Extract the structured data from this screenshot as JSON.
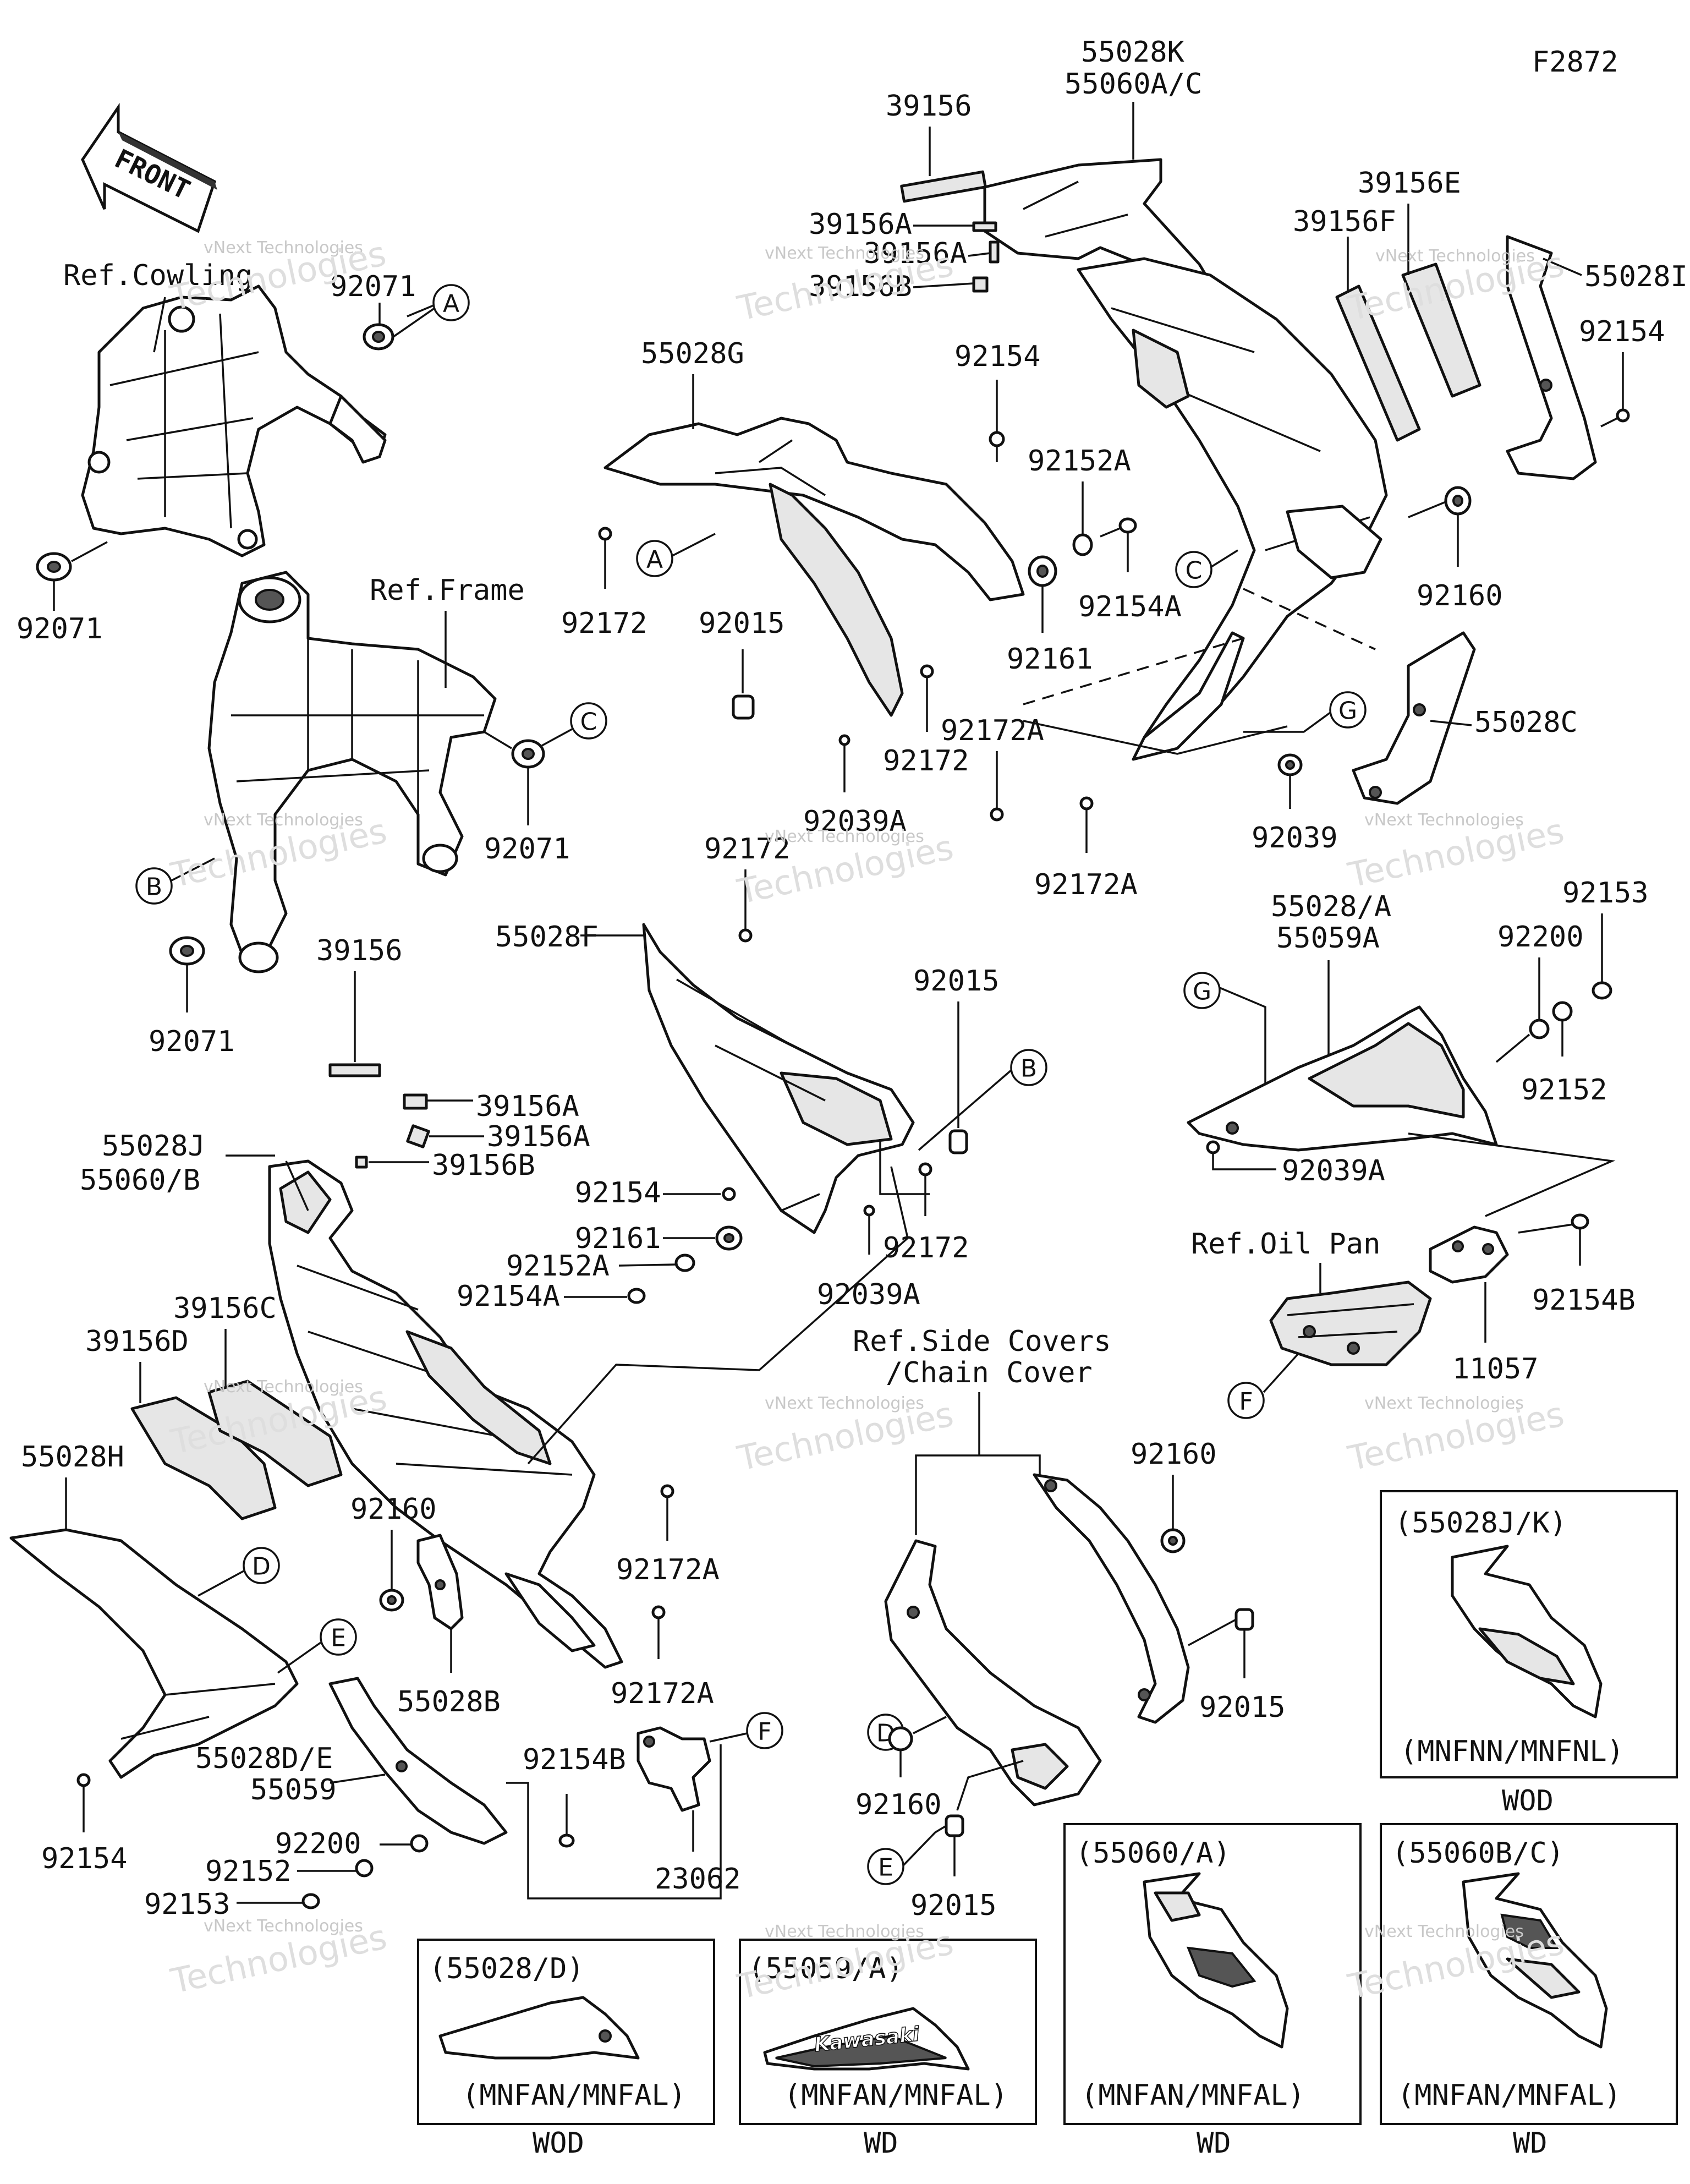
{
  "figure_code": "F2872",
  "front_label": "FRONT",
  "refs": {
    "cowling": "Ref.Cowling",
    "frame": "Ref.Frame",
    "oil_pan": "Ref.Oil Pan",
    "side_covers_1": "Ref.Side Covers",
    "side_covers_2": "/Chain Cover"
  },
  "callouts": [
    "A",
    "B",
    "C",
    "D",
    "E",
    "F",
    "G"
  ],
  "parts": {
    "p55028K": "55028K",
    "p55060AC": "55060A/C",
    "p39156_top": "39156",
    "p39156A_1": "39156A",
    "p39156A_2": "39156A",
    "p39156B_top": "39156B",
    "p39156E": "39156E",
    "p39156F": "39156F",
    "p55028I": "55028I",
    "p92154_tr": "92154",
    "p92071_a": "92071",
    "p92071_b": "92071",
    "p92071_c": "92071",
    "p92071_d": "92071",
    "p55028G": "55028G",
    "p92154_mid": "92154",
    "p92152A_top": "92152A",
    "p92154A_top": "92154A",
    "p92172_l": "92172",
    "p92015_top": "92015",
    "p92161_top": "92161",
    "p92172_m": "92172",
    "p92172A_a": "92172A",
    "p92172A_b": "92172A",
    "p92039A_a": "92039A",
    "p92160_r": "92160",
    "p55028C": "55028C",
    "p92039": "92039",
    "p92172_c": "92172",
    "p55028F": "55028F",
    "p39156_mid": "39156",
    "p39156A_3": "39156A",
    "p39156A_4": "39156A",
    "p39156B_mid": "39156B",
    "p92015_mid": "92015",
    "p55028J": "55028J",
    "p55060B": "55060/B",
    "p92154_c": "92154",
    "p92161_c": "92161",
    "p92152A_c": "92152A",
    "p92154A_c": "92154A",
    "p92172_cr": "92172",
    "p92039A_c": "92039A",
    "p55028A": "55028/A",
    "p55059A": "55059A",
    "p92200_r": "92200",
    "p92153_r": "92153",
    "p92152_r": "92152",
    "p92039A_r": "92039A",
    "p92154B_r": "92154B",
    "p11057": "11057",
    "p39156C": "39156C",
    "p39156D": "39156D",
    "p55028H": "55028H",
    "p92160_l": "92160",
    "p92172A_c": "92172A",
    "p92172A_d": "92172A",
    "p55028B": "55028B",
    "p55028DE": "55028D/E",
    "p55059": "55059",
    "p92154B_c": "92154B",
    "p92200_l": "92200",
    "p92152_l": "92152",
    "p92153_l": "92153",
    "p23062": "23062",
    "p92154_bl": "92154",
    "p92160_sc": "92160",
    "p92015_sc": "92015",
    "p92160_sc2": "92160",
    "p92015_sc2": "92015"
  },
  "insets": [
    {
      "title": "(55028J/K)",
      "models": "(MNFNN/MNFNL)",
      "caption": "WOD"
    },
    {
      "title": "(55060/A)",
      "models": "(MNFAN/MNFAL)",
      "caption": "WD"
    },
    {
      "title": "(55060B/C)",
      "models": "(MNFAN/MNFAL)",
      "caption": "WD"
    },
    {
      "title": "(55028/D)",
      "models": "(MNFAN/MNFAL)",
      "caption": "WOD"
    },
    {
      "title": "(55059/A)",
      "models": "(MNFAN/MNFAL)",
      "caption": "WD"
    }
  ],
  "brand_decal": "Kawasaki",
  "watermark": {
    "line1": "vNext Technologies",
    "line2": "Technologies"
  }
}
